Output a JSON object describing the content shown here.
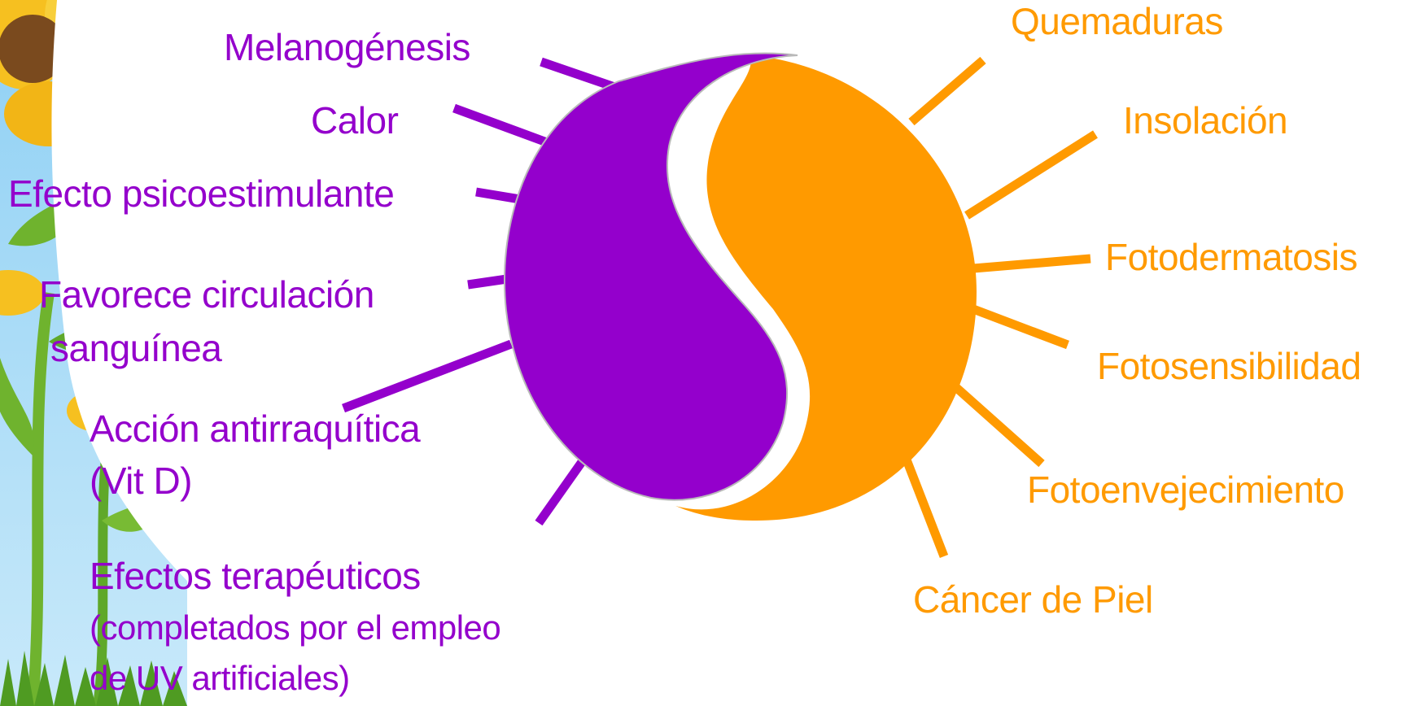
{
  "colors": {
    "beneficial": "#9400cc",
    "harmful": "#ff9a00",
    "sky": "#7fc3ea",
    "leaf": "#5fa82a",
    "petal": "#f6c020"
  },
  "beneficial_effects": {
    "melanogenesis": "Melanogénesis",
    "heat": "Calor",
    "psychostimulant": "Efecto psicoestimulante",
    "circulation_line1": "Favorece circulación",
    "circulation_line2": "sanguínea",
    "antirachitic_line1": "Acción antirraquítica",
    "antirachitic_line2": "(Vit D)",
    "therapeutic_line1": "Efectos terapéuticos",
    "therapeutic_line2": "(completados por el empleo",
    "therapeutic_line3": "de UV artificiales)"
  },
  "harmful_effects": {
    "burns": "Quemaduras",
    "insolation": "Insolación",
    "photodermatosis": "Fotodermatosis",
    "photosensitivity": "Fotosensibilidad",
    "photoaging": "Fotoenvejecimiento",
    "skin_cancer": "Cáncer de Piel"
  }
}
